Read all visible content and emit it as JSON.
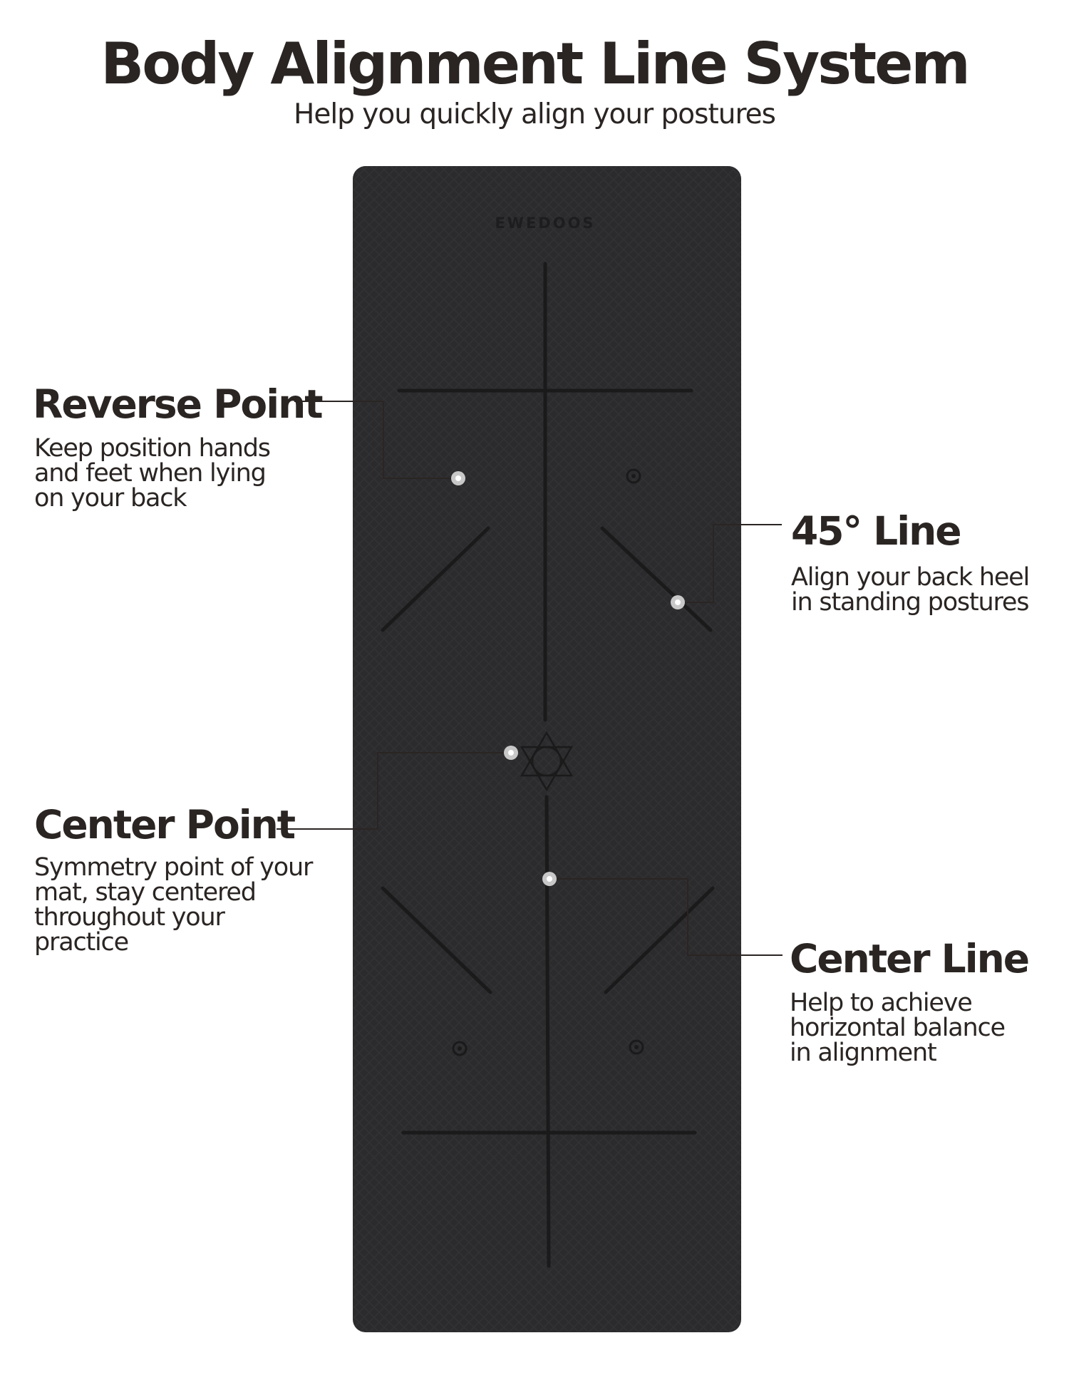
{
  "header": {
    "title": "Body Alignment Line System",
    "subtitle": "Help you quickly align your postures"
  },
  "mat": {
    "brand": "EWEDOOS",
    "color": "#2b2b2d",
    "line_color": "#1b1b1c",
    "marker_color": "#c8c8c8"
  },
  "callouts": {
    "reverse_point": {
      "title": "Reverse Point",
      "description": [
        "Keep position hands",
        "and feet when lying",
        "on your back"
      ]
    },
    "line_45": {
      "title": "45° Line",
      "description": [
        "Align your back heel",
        "in standing postures"
      ]
    },
    "center_point": {
      "title": "Center Point",
      "description": [
        "Symmetry point of your",
        "mat, stay centered",
        "throughout your",
        "practice"
      ]
    },
    "center_line": {
      "title": "Center Line",
      "description": [
        "Help to achieve",
        "horizontal balance",
        "in alignment"
      ]
    }
  }
}
